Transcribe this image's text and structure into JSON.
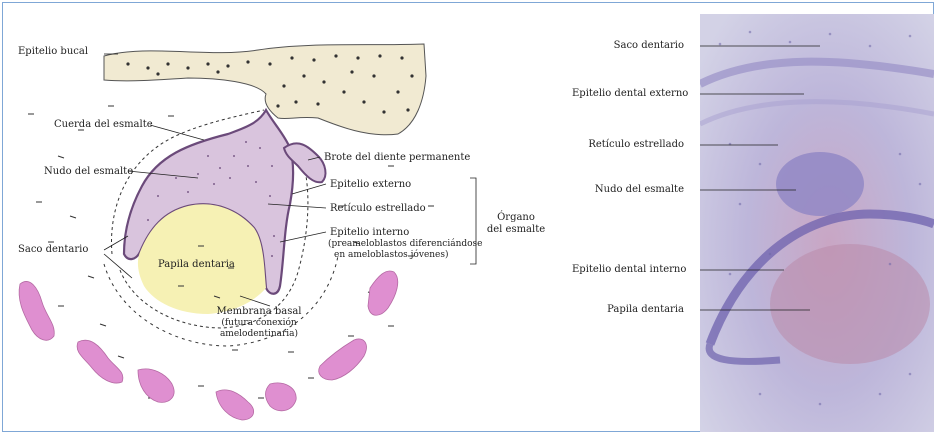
{
  "left_figure": {
    "labels": {
      "epitelio_bucal": "Epitelio bucal",
      "cuerda_esmalte": "Cuerda del esmalte",
      "nudo_esmalte": "Nudo del esmalte",
      "saco_dentario": "Saco dentario",
      "papila_dentaria": "Papila dentaria",
      "brote_permanente": "Brote del diente permanente",
      "epitelio_externo": "Epitelio externo",
      "reticulo_estrellado": "Retículo estrellado",
      "epitelio_interno": "Epitelio interno",
      "epitelio_interno_note_1": "(preameloblastos diferenciándose",
      "epitelio_interno_note_2": "en ameloblastos jóvenes)",
      "organo_esmalte_1": "Órgano",
      "organo_esmalte_2": "del esmalte",
      "membrana_basal": "Membrana basal",
      "membrana_note_1": "(futura conexión",
      "membrana_note_2": "amelodentinaria)"
    },
    "colors": {
      "epithelium": "#f1ead2",
      "enamel_organ": "#d9c4dd",
      "enamel_border": "#6b4a7a",
      "papilla": "#f6f1b4",
      "bone": "#df8fd0"
    }
  },
  "right_figure": {
    "labels": {
      "saco_dentario": "Saco dentario",
      "epitelio_dental_externo": "Epitelio dental externo",
      "reticulo_estrellado": "Retículo estrellado",
      "nudo_esmalte": "Nudo del esmalte",
      "epitelio_dental_interno": "Epitelio dental interno",
      "papila_dentaria": "Papila dentaria"
    },
    "colors": {
      "background": "#c8c7df",
      "stain_blue": "#8f86c4",
      "stain_red": "#b98aa9"
    }
  }
}
